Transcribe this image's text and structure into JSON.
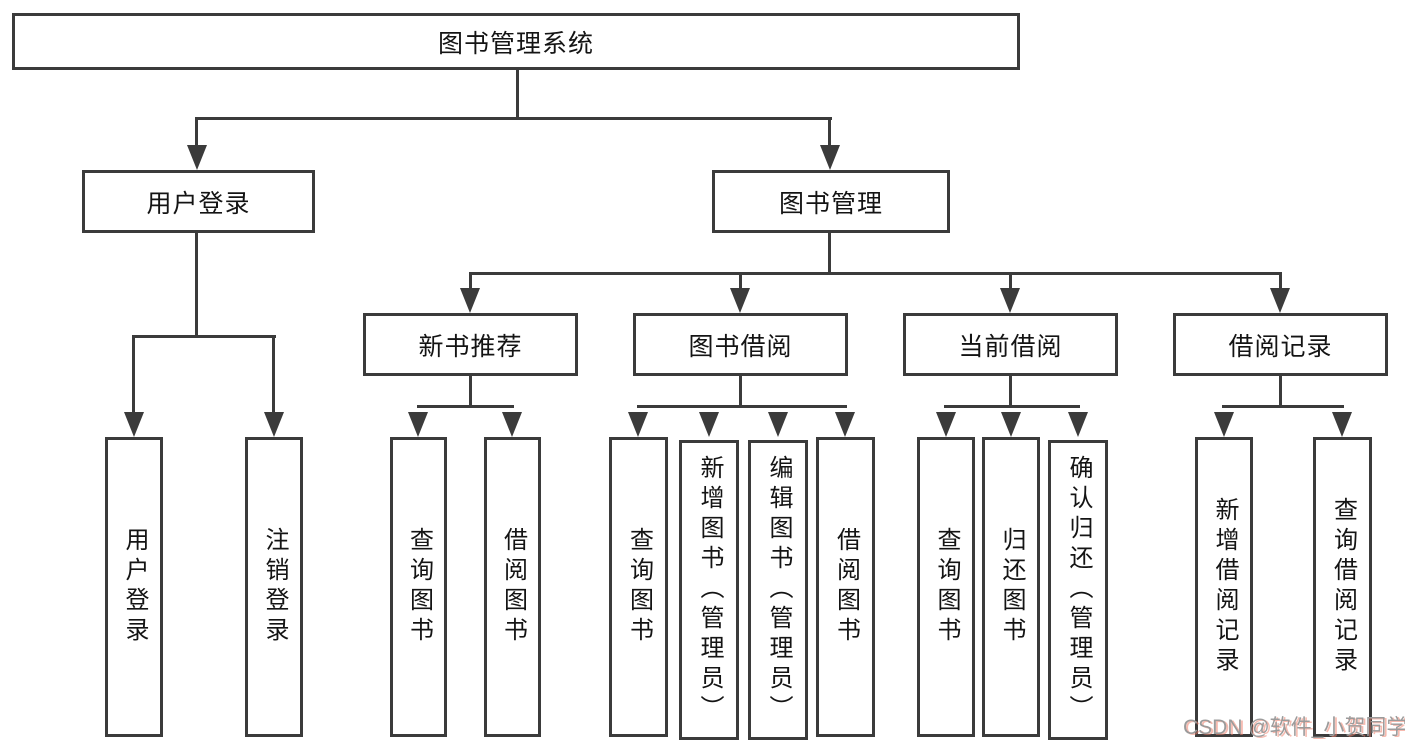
{
  "diagram_title": "图书管理系统",
  "colors": {
    "line": "#3b3b3b",
    "box_background": "#ffffff",
    "text": "#141414",
    "watermark_gray": "#9b9b9b",
    "watermark_pink": "#ee826e"
  },
  "tree": {
    "root": {
      "label": "图书管理系统"
    },
    "branches": [
      {
        "label": "用户登录",
        "children": [
          {
            "label": "用户登录"
          },
          {
            "label": "注销登录"
          }
        ]
      },
      {
        "label": "图书管理",
        "children": [
          {
            "label": "新书推荐",
            "children": [
              {
                "label": "查询图书"
              },
              {
                "label": "借阅图书"
              }
            ]
          },
          {
            "label": "图书借阅",
            "children": [
              {
                "label": "查询图书"
              },
              {
                "label": "新增图书（管理员）"
              },
              {
                "label": "编辑图书（管理员）"
              },
              {
                "label": "借阅图书"
              }
            ]
          },
          {
            "label": "当前借阅",
            "children": [
              {
                "label": "查询图书"
              },
              {
                "label": "归还图书"
              },
              {
                "label": "确认归还（管理员）"
              }
            ]
          },
          {
            "label": "借阅记录",
            "children": [
              {
                "label": "新增借阅记录"
              },
              {
                "label": "查询借阅记录"
              }
            ]
          }
        ]
      }
    ]
  },
  "watermark": {
    "text": "CSDN @软件_小贺同学"
  }
}
